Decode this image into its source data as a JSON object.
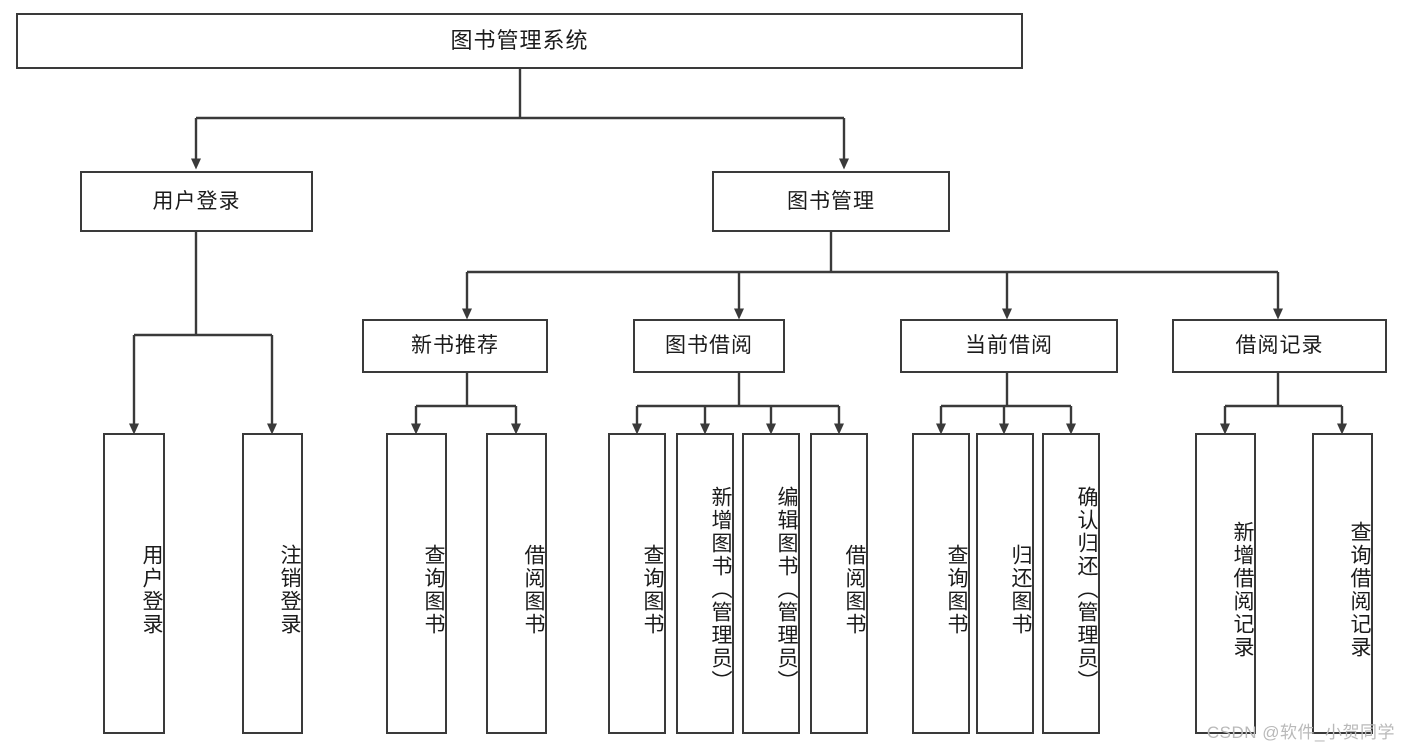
{
  "diagram": {
    "title": "图书管理系统",
    "type": "hierarchy-tree",
    "watermark": "CSDN @软件_小贺同学",
    "levels": {
      "root": {
        "label": "图书管理系统"
      },
      "level2": [
        {
          "label": "用户登录"
        },
        {
          "label": "图书管理"
        }
      ],
      "level3": [
        {
          "label": "新书推荐"
        },
        {
          "label": "图书借阅"
        },
        {
          "label": "当前借阅"
        },
        {
          "label": "借阅记录"
        }
      ],
      "leaves": {
        "user_login": [
          {
            "label": "用户登录"
          },
          {
            "label": "注销登录"
          }
        ],
        "new_book_recommend": [
          {
            "label": "查询图书"
          },
          {
            "label": "借阅图书"
          }
        ],
        "book_borrow": [
          {
            "label": "查询图书"
          },
          {
            "label": "新增图书（管理员）"
          },
          {
            "label": "编辑图书（管理员）"
          },
          {
            "label": "借阅图书"
          }
        ],
        "current_borrow": [
          {
            "label": "查询图书"
          },
          {
            "label": "归还图书"
          },
          {
            "label": "确认归还（管理员）"
          }
        ],
        "borrow_record": [
          {
            "label": "新增借阅记录"
          },
          {
            "label": "查询借阅记录"
          }
        ]
      }
    },
    "colors": {
      "border": "#3a3a3a",
      "fill": "#ffffff",
      "text": "#1b1b1b",
      "watermark": "#b9b9b9"
    }
  }
}
